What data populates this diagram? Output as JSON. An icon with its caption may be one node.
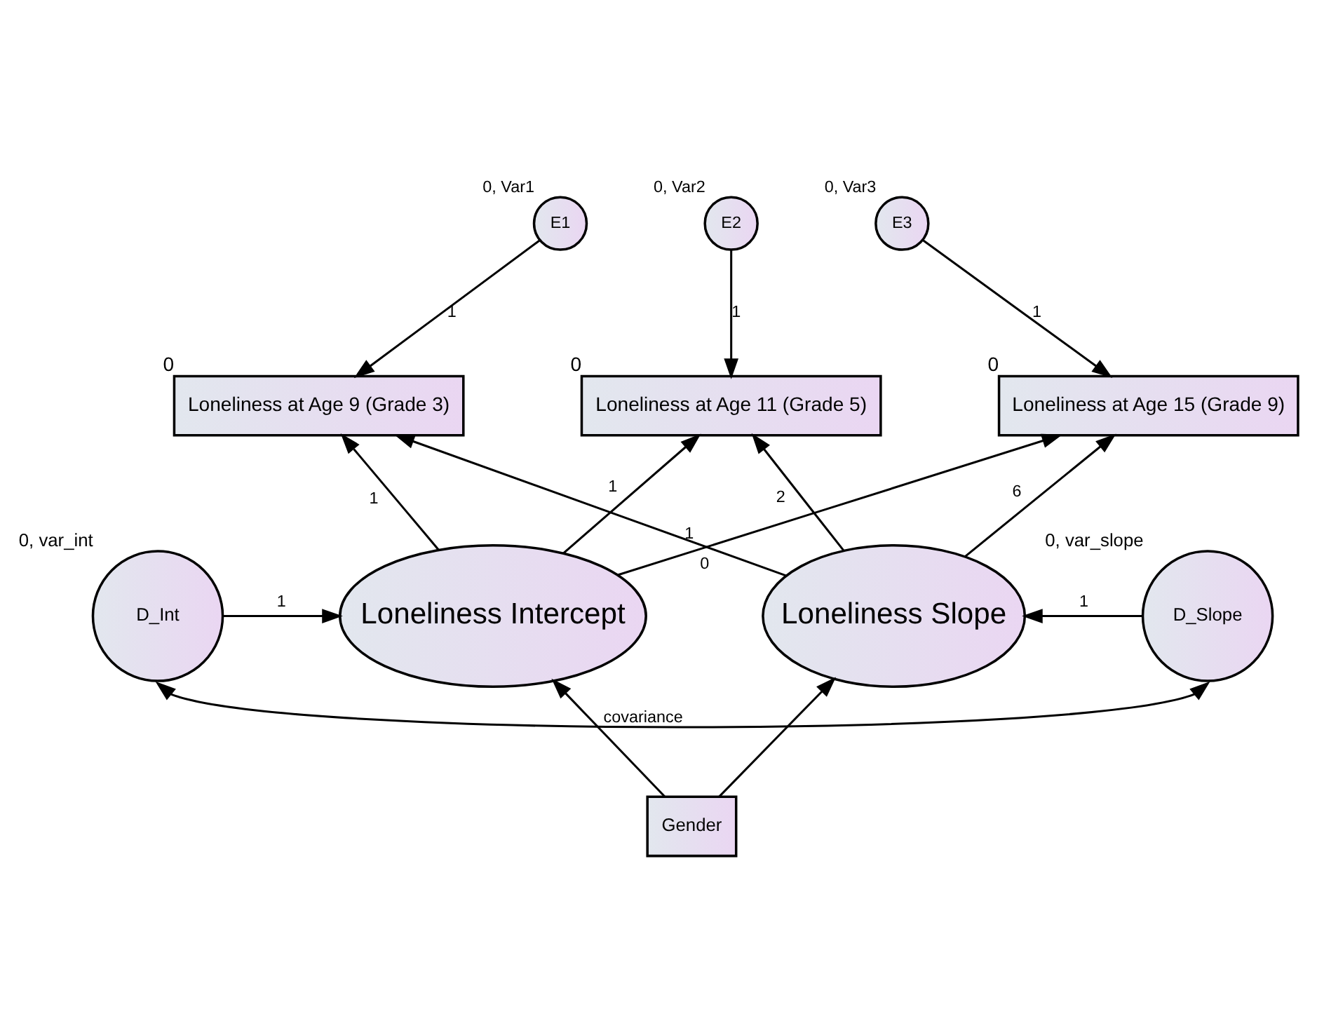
{
  "diagram": {
    "nodes": [
      {
        "text": [
          "E1"
        ],
        "beside": [
          "0, Var1"
        ]
      },
      {
        "text": [
          "E2"
        ],
        "beside": [
          "0, Var2"
        ]
      },
      {
        "text": [
          "E3"
        ],
        "beside": [
          "0, Var3"
        ]
      },
      {
        "text": [
          "Loneliness at Age 9 (Grade 3)"
        ],
        "beside": [
          "0"
        ]
      },
      {
        "text": [
          "Loneliness at Age 11 (Grade 5)"
        ],
        "beside": [
          "0"
        ]
      },
      {
        "text": [
          "Loneliness at Age 15 (Grade 9)"
        ],
        "beside": [
          "0"
        ]
      },
      {
        "text": [
          "D_Int"
        ],
        "beside": [
          "0, var_int"
        ]
      },
      {
        "text": [
          "Loneliness Intercept"
        ]
      },
      {
        "text": [
          "Loneliness Slope"
        ]
      },
      {
        "text": [
          "D_Slope"
        ],
        "beside": [
          "0, var_slope"
        ]
      },
      {
        "text": [
          "Gender"
        ]
      }
    ],
    "edges": [
      {
        "from": 0,
        "to": 3,
        "arrow": "to",
        "label": "1"
      },
      {
        "from": 1,
        "to": 4,
        "arrow": "to",
        "label": "1"
      },
      {
        "from": 2,
        "to": 5,
        "arrow": "to",
        "label": "1"
      },
      {
        "from": 7,
        "to": 3,
        "arrow": "to",
        "label": "1"
      },
      {
        "from": 7,
        "to": 4,
        "arrow": "to",
        "label": "1"
      },
      {
        "from": 7,
        "to": 5,
        "arrow": "to",
        "label": "1"
      },
      {
        "from": 8,
        "to": 3,
        "arrow": "to",
        "label": "0"
      },
      {
        "from": 8,
        "to": 4,
        "arrow": "to",
        "label": "2"
      },
      {
        "from": 8,
        "to": 5,
        "arrow": "to",
        "label": "6"
      },
      {
        "from": 6,
        "to": 7,
        "arrow": "to",
        "label": "1"
      },
      {
        "from": 9,
        "to": 8,
        "arrow": "to",
        "label": "1"
      },
      {
        "from": 10,
        "to": 7,
        "arrow": "to"
      },
      {
        "from": 10,
        "to": 8,
        "arrow": "to"
      },
      {
        "from": 6,
        "to": 9,
        "arrow": "both",
        "label": "covariance"
      }
    ]
  }
}
